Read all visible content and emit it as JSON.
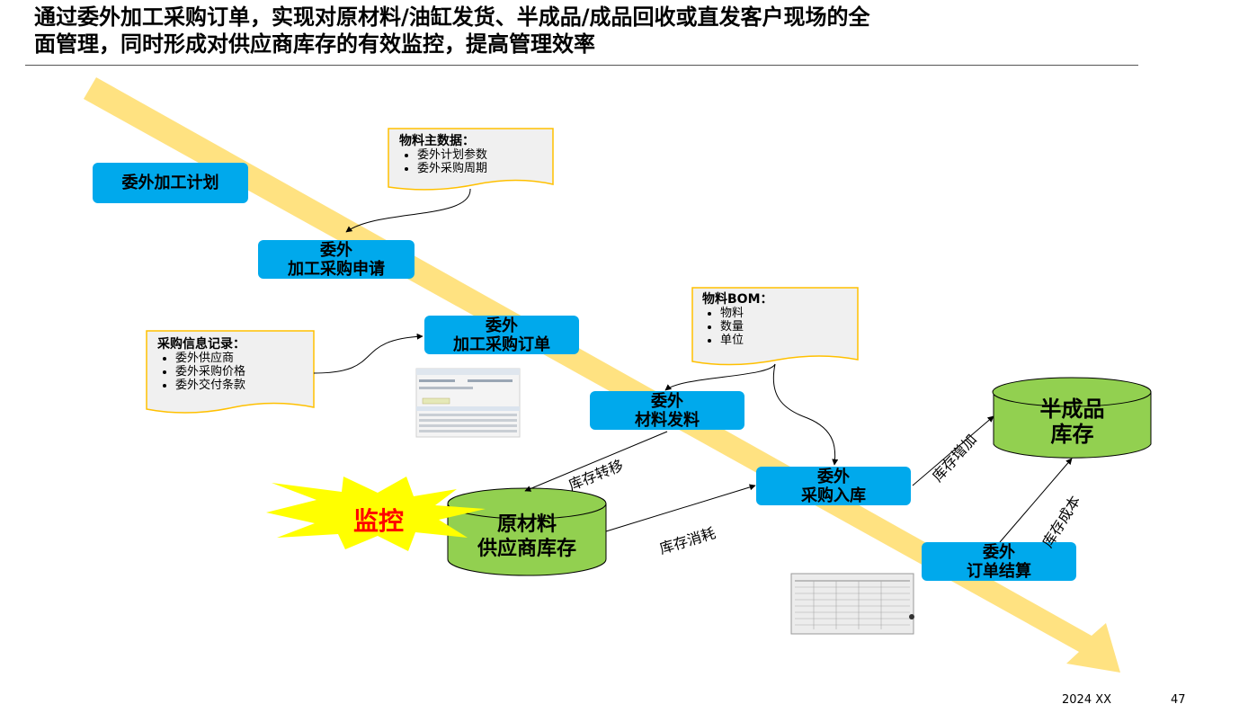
{
  "title": {
    "line1": "通过委外加工采购订单，实现对原材料/油缸发货、半成品/成品回收或直发客户现场的全",
    "line2": "面管理，同时形成对供应商库存的有效监控，提高管理效率"
  },
  "boxes": {
    "plan": "委外加工计划",
    "request_1": "委外",
    "request_2": "加工采购申请",
    "order_1": "委外",
    "order_2": "加工采购订单",
    "issue_1": "委外",
    "issue_2": "材料发料",
    "receipt_1": "委外",
    "receipt_2": "采购入库",
    "settle_1": "委外",
    "settle_2": "订单结算"
  },
  "notes": {
    "material_master": {
      "title": "物料主数据：",
      "items": [
        "委外计划参数",
        "委外采购周期"
      ]
    },
    "purchase_info": {
      "title": "采购信息记录：",
      "items": [
        "委外供应商",
        "委外采购价格",
        "委外交付条款"
      ]
    },
    "material_bom": {
      "title": "物料BOM：",
      "items": [
        "物料",
        "数量",
        "单位"
      ]
    }
  },
  "cylinders": {
    "raw_1": "原材料",
    "raw_2": "供应商库存",
    "semi_1": "半成品",
    "semi_2": "库存"
  },
  "flow_labels": {
    "transfer": "库存转移",
    "consume": "库存消耗",
    "increase": "库存增加",
    "cost": "库存成本"
  },
  "monitor": "监控",
  "footer": {
    "date": "2024 XX",
    "page": "47"
  },
  "colors": {
    "box": "#00a9ec",
    "cylinder": "#92d050",
    "band": "#ffd966",
    "note_fill": "#f2f2f2",
    "note_border": "#ffc000",
    "monitor_text": "#ff0000",
    "starburst": "#ffff00"
  }
}
